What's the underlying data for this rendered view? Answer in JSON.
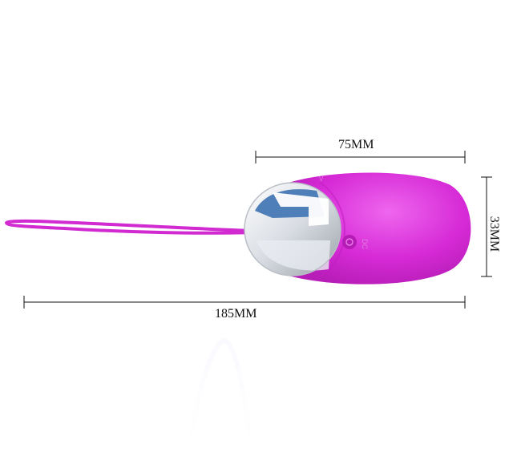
{
  "dimensions": {
    "length_mm": "75MM",
    "total_length_mm": "185MM",
    "diameter_mm": "33MM"
  },
  "colors": {
    "body": "#d62ad6",
    "body_highlight": "#ee66ee",
    "cord": "#d12ad1",
    "cap_chrome": "#e6e9ee",
    "cap_blue": "#4f7fb8",
    "lines": "#111111"
  },
  "icons": {
    "power_button": "power-icon",
    "charge_port": "dc-port-icon"
  },
  "device_labels": {
    "port": "DC"
  }
}
